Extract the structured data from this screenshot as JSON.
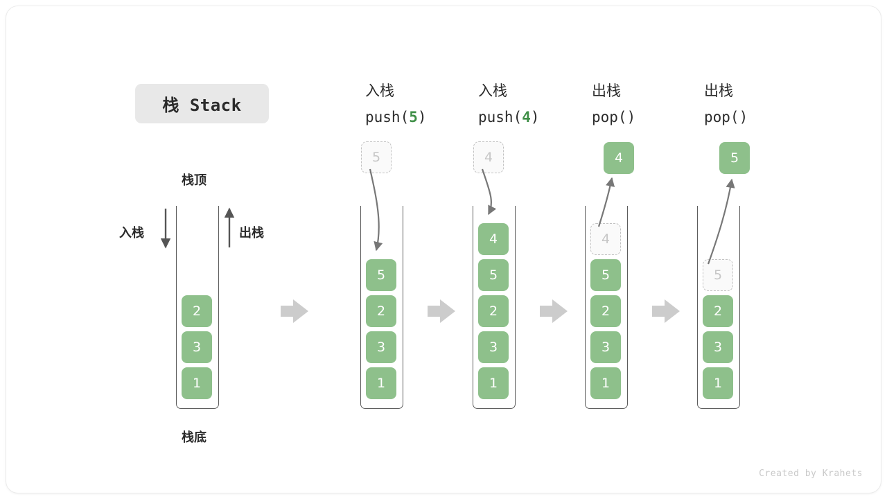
{
  "title": {
    "text": "栈 Stack"
  },
  "footer": {
    "credit": "Created by Krahets"
  },
  "labels": {
    "top": "栈顶",
    "bottom": "栈底",
    "push": "入栈",
    "pop": "出栈"
  },
  "colors": {
    "cell_fill": "#8ec08b",
    "cell_text": "#ffffff",
    "ghost_fill": "#fafafa",
    "ghost_text": "#c6c6c6",
    "ghost_border": "#c2c2c2",
    "container_border": "#5c5c5c",
    "arrow_gray": "#777777",
    "step_arrow": "#cccccc",
    "accent_green": "#3f8f47",
    "title_pill": "#e8e8e8"
  },
  "columns": [
    {
      "id": "initial",
      "head_cn": "",
      "head_code": "",
      "side_labels": {
        "left": "入栈",
        "right": "出栈"
      },
      "float_cell": null,
      "cells": [
        {
          "value": "2",
          "ghost": false
        },
        {
          "value": "3",
          "ghost": false
        },
        {
          "value": "1",
          "ghost": false
        }
      ]
    },
    {
      "id": "push5",
      "head_cn": "入栈",
      "head_code_prefix": "push(",
      "head_code_arg": "5",
      "head_code_suffix": ")",
      "float_cell": {
        "value": "5",
        "ghost": true
      },
      "cells": [
        {
          "value": "5",
          "ghost": false
        },
        {
          "value": "2",
          "ghost": false
        },
        {
          "value": "3",
          "ghost": false
        },
        {
          "value": "1",
          "ghost": false
        }
      ]
    },
    {
      "id": "push4",
      "head_cn": "入栈",
      "head_code_prefix": "push(",
      "head_code_arg": "4",
      "head_code_suffix": ")",
      "float_cell": {
        "value": "4",
        "ghost": true
      },
      "cells": [
        {
          "value": "4",
          "ghost": false
        },
        {
          "value": "5",
          "ghost": false
        },
        {
          "value": "2",
          "ghost": false
        },
        {
          "value": "3",
          "ghost": false
        },
        {
          "value": "1",
          "ghost": false
        }
      ]
    },
    {
      "id": "pop4",
      "head_cn": "出栈",
      "head_code_prefix": "pop(",
      "head_code_arg": "",
      "head_code_suffix": ")",
      "float_cell": {
        "value": "4",
        "ghost": false
      },
      "cells": [
        {
          "value": "4",
          "ghost": true
        },
        {
          "value": "5",
          "ghost": false
        },
        {
          "value": "2",
          "ghost": false
        },
        {
          "value": "3",
          "ghost": false
        },
        {
          "value": "1",
          "ghost": false
        }
      ]
    },
    {
      "id": "pop5",
      "head_cn": "出栈",
      "head_code_prefix": "pop(",
      "head_code_arg": "",
      "head_code_suffix": ")",
      "float_cell": {
        "value": "5",
        "ghost": false
      },
      "cells": [
        {
          "value": "5",
          "ghost": true
        },
        {
          "value": "2",
          "ghost": false
        },
        {
          "value": "3",
          "ghost": false
        },
        {
          "value": "1",
          "ghost": false
        }
      ]
    }
  ]
}
